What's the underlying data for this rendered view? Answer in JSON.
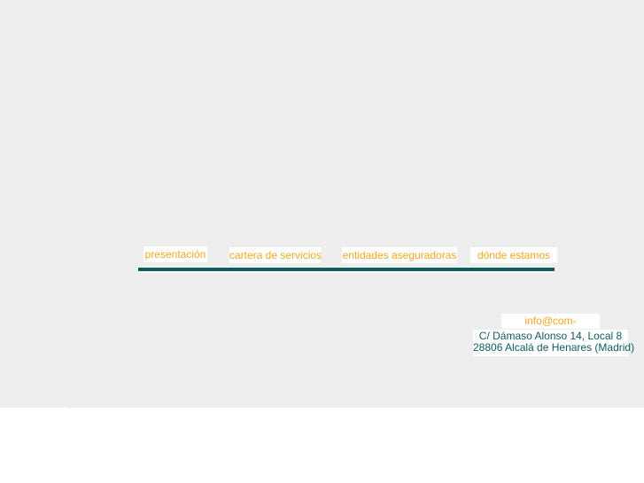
{
  "nav": {
    "items": [
      {
        "label": "presentación"
      },
      {
        "label": "cartera de servicios"
      },
      {
        "label": "entidades aseguradoras"
      },
      {
        "label": "dónde estamos"
      }
    ]
  },
  "contact": {
    "email": "info@com-parto.com",
    "address_line1": "C/ Dámaso Alonso 14, Local 8",
    "address_line2": "28806 Alcalá de Henares (Madrid)"
  },
  "colors": {
    "accent": "#f5a623",
    "brand": "#0f5c5c",
    "background": "#eeeeee"
  }
}
